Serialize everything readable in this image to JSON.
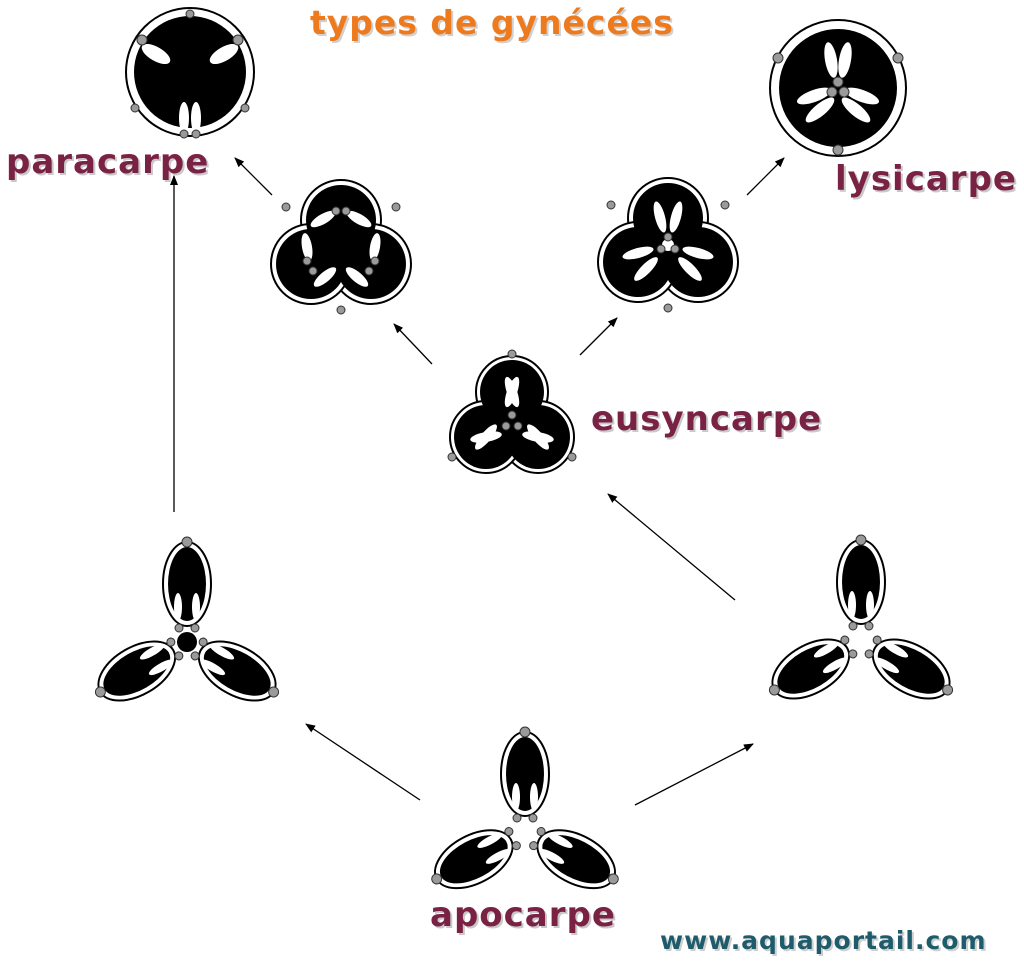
{
  "diagram": {
    "title": "types de gynécées",
    "credit": "www.aquaportail.com",
    "labels": {
      "paracarpe": "paracarpe",
      "lysicarpe": "lysicarpe",
      "eusyncarpe": "eusyncarpe",
      "apocarpe": "apocarpe"
    }
  },
  "colors": {
    "title": "#ee7a1e",
    "type_label": "#7a2244",
    "credit": "#1f5c6b",
    "tissue": "#000000",
    "ovule": "#ffffff",
    "bundle": "#9a9a9a"
  }
}
